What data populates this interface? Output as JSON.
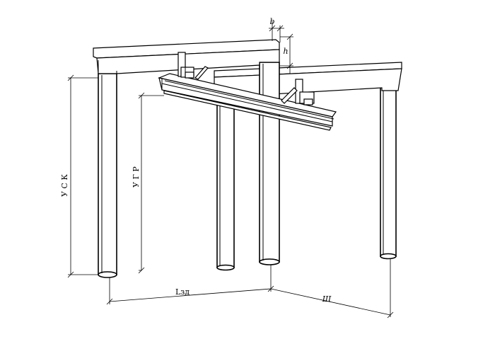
{
  "drawing": {
    "labels": {
      "crane_rail_height": "У С К",
      "hook_height": "У Г Р",
      "span_length": "Lзд",
      "width": "Ш",
      "beam_width": "b",
      "beam_height": "h"
    },
    "colors": {
      "line": "#000000",
      "background": "#ffffff"
    }
  }
}
